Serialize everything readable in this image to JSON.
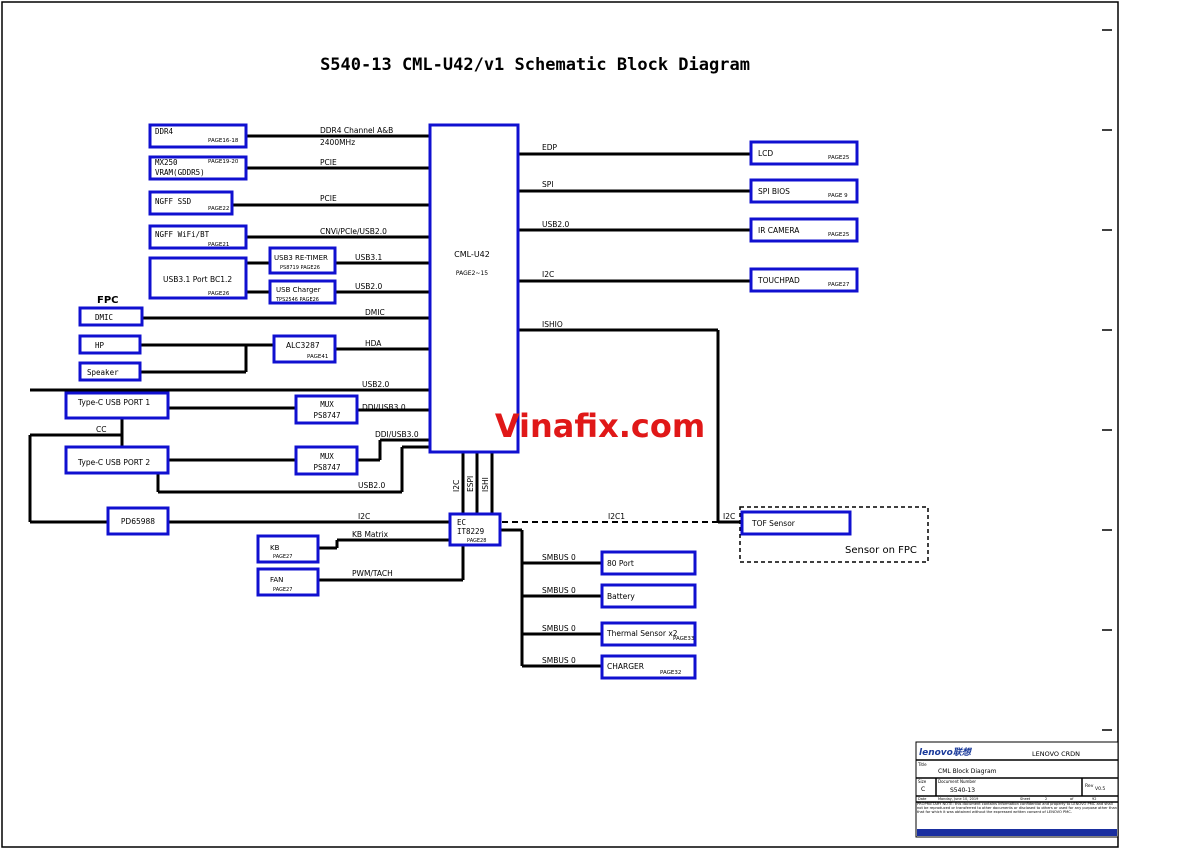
{
  "title": "S540-13 CML-U42/v1 Schematic Block Diagram",
  "watermark": "Vinafix.com",
  "cpu": {
    "name": "CML-U42",
    "page": "PAGE2~15"
  },
  "left_blocks": {
    "ddr4": {
      "name": "DDR4",
      "page": "PAGE16-18",
      "bus": "DDR4 Channel A&B",
      "bus2": "2400MHz"
    },
    "mx": {
      "name": "MX250",
      "name2": "VRAM(GDDR5)",
      "page": "PAGE19-20",
      "bus": "PCIE"
    },
    "ssd": {
      "name": "NGFF SSD",
      "page": "PAGE22",
      "bus": "PCIE"
    },
    "wifi": {
      "name": "NGFF WiFi/BT",
      "page": "PAGE21",
      "bus": "CNVi/PCIe/USB2.0"
    },
    "usb31": {
      "name": "USB3.1 Port BC1.2",
      "page": "PAGE26"
    },
    "retimer": {
      "name": "USB3 RE-TIMER",
      "page": "PS8719 PAGE26",
      "bus": "USB3.1"
    },
    "charger_usb": {
      "name": "USB Charger",
      "page": "TPS2546 PAGE26",
      "bus": "USB2.0"
    },
    "fpc": "FPC",
    "dmic": {
      "name": "DMIC",
      "bus": "DMIC"
    },
    "hp": {
      "name": "HP"
    },
    "speaker": {
      "name": "Speaker"
    },
    "alc": {
      "name": "ALC3287",
      "page": "PAGE41",
      "bus": "HDA"
    },
    "usb20_bus": "USB2.0",
    "typec1": {
      "name": "Type-C USB PORT 1"
    },
    "mux1": {
      "name": "MUX",
      "name2": "PS8747",
      "bus": "DDI/USB3.0"
    },
    "cc": "CC",
    "typec2": {
      "name": "Type-C USB PORT 2"
    },
    "mux2": {
      "name": "MUX",
      "name2": "PS8747",
      "bus": "DDI/USB3.0"
    },
    "usb20_bus2": "USB2.0",
    "pd": {
      "name": "PD65988",
      "bus": "I2C"
    }
  },
  "right_blocks": {
    "lcd": {
      "name": "LCD",
      "page": "PAGE25",
      "bus": "EDP"
    },
    "spibios": {
      "name": "SPI BIOS",
      "page": "PAGE 9",
      "bus": "SPI"
    },
    "ircam": {
      "name": "IR CAMERA",
      "page": "PAGE25",
      "bus": "USB2.0"
    },
    "touchpad": {
      "name": "TOUCHPAD",
      "page": "PAGE27",
      "bus": "I2C"
    },
    "ishio": "ISHIO"
  },
  "ec": {
    "name": "EC",
    "name2": "IT8229",
    "page": "PAGE28",
    "bus_i2c": "I2C",
    "bus_espi": "ESPI",
    "bus_ish": "ISHI",
    "bus_i2c1": "I2C1",
    "bus_i2c_tof": "I2C",
    "kb": {
      "name": "KB",
      "page": "PAGE27",
      "bus": "KB Matrix"
    },
    "fan": {
      "name": "FAN",
      "page": "PAGE27",
      "bus": "PWM/TACH"
    },
    "smbus": "SMBUS 0",
    "bus_list": [
      {
        "name": "80 Port",
        "page": ""
      },
      {
        "name": "Battery",
        "page": ""
      },
      {
        "name": "Thermal Sensor x2",
        "page": "PAGE33"
      },
      {
        "name": "CHARGER",
        "page": "PAGE32"
      }
    ]
  },
  "tof": {
    "name": "TOF Sensor",
    "caption": "Sensor on FPC"
  },
  "titleblock": {
    "logo": "lenovo联想",
    "company": "LENOVO CRDN",
    "title_label": "Title",
    "title": "CML Block Diagram",
    "size_label": "Size",
    "size": "C",
    "doc_label": "Document Number",
    "doc": "S540-13",
    "rev_label": "Rev",
    "rev": "V0.5",
    "date_label": "Date",
    "date": "Monday, June 10, 2019",
    "sheet_label": "Sheet",
    "sheet": "2",
    "of_label": "of",
    "sheets": "92",
    "note": "PROPRIETARY NOTE: this document contains information confidential and property to LENOVO PMC and shall not be reproduced or transferred to other documents or disclosed to others or used for any purpose other than that for which it was obtained without the expressed written consent of LENOVO PMC."
  }
}
